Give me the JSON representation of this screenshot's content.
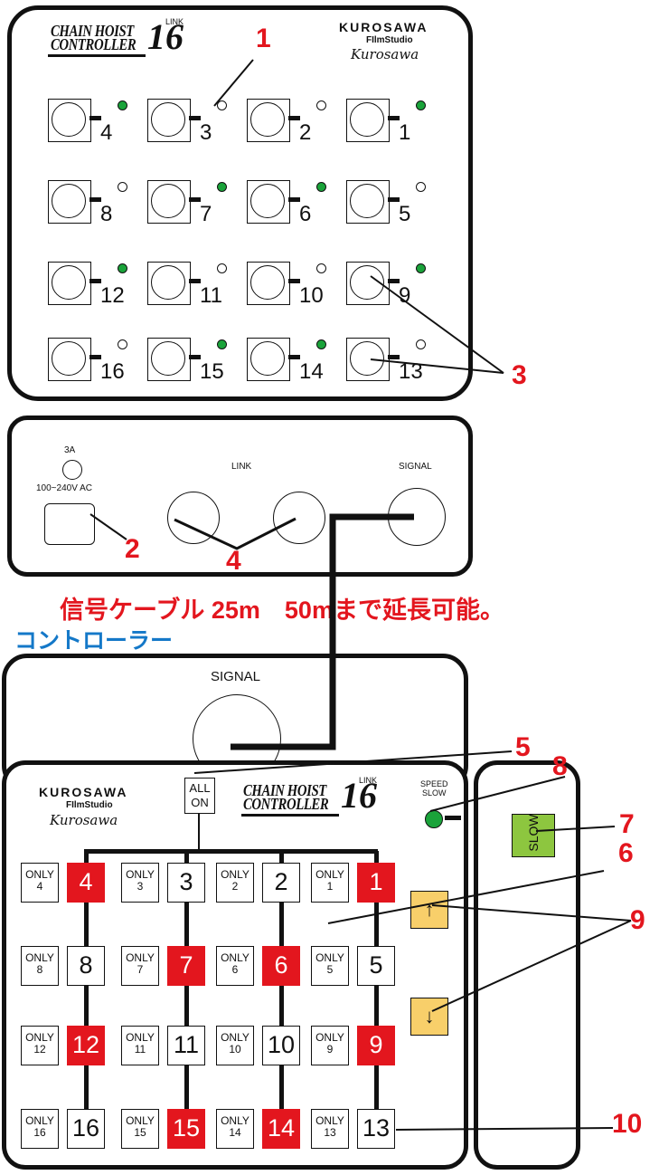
{
  "hoist_panel": {
    "logo": {
      "line1": "CHAIN HOIST",
      "line2": "CONTROLLER",
      "model": "16",
      "link": "LINK"
    },
    "brand": {
      "name": "KUROSAWA",
      "sub": "FIlmStudio",
      "signature": "Kurosawa"
    },
    "buttons": [
      {
        "num": "4",
        "led": "on"
      },
      {
        "num": "3",
        "led": "off"
      },
      {
        "num": "2",
        "led": "off"
      },
      {
        "num": "1",
        "led": "on"
      },
      {
        "num": "8",
        "led": "off"
      },
      {
        "num": "7",
        "led": "on"
      },
      {
        "num": "6",
        "led": "on"
      },
      {
        "num": "5",
        "led": "off"
      },
      {
        "num": "12",
        "led": "on"
      },
      {
        "num": "11",
        "led": "off"
      },
      {
        "num": "10",
        "led": "off"
      },
      {
        "num": "9",
        "led": "on"
      },
      {
        "num": "16",
        "led": "off"
      },
      {
        "num": "15",
        "led": "on"
      },
      {
        "num": "14",
        "led": "on"
      },
      {
        "num": "13",
        "led": "off"
      }
    ]
  },
  "rear_panel": {
    "fuse_label": "3A",
    "power_label": "100~240V AC",
    "link_label": "LINK",
    "signal_label": "SIGNAL"
  },
  "cable_text": "信号ケーブル 25m　50mまで延長可能。",
  "controller_label": "コントローラー",
  "controller_signal_panel": {
    "signal_label": "SIGNAL"
  },
  "controller": {
    "brand": {
      "name": "KUROSAWA",
      "sub": "FIlmStudio",
      "signature": "Kurosawa"
    },
    "all_on": {
      "line1": "ALL",
      "line2": "ON"
    },
    "logo": {
      "line1": "CHAIN HOIST",
      "line2": "CONTROLLER",
      "model": "16",
      "link": "LINK"
    },
    "speed_label": {
      "line1": "SPEED",
      "line2": "SLOW"
    },
    "slow_button": "SLOW",
    "up_button": "↑",
    "down_button": "↓",
    "only_word": "ONLY",
    "rows": [
      [
        {
          "only": "4",
          "ch": "4",
          "on": true
        },
        {
          "only": "3",
          "ch": "3",
          "on": false
        },
        {
          "only": "2",
          "ch": "2",
          "on": false
        },
        {
          "only": "1",
          "ch": "1",
          "on": true
        }
      ],
      [
        {
          "only": "8",
          "ch": "8",
          "on": false
        },
        {
          "only": "7",
          "ch": "7",
          "on": true
        },
        {
          "only": "6",
          "ch": "6",
          "on": true
        },
        {
          "only": "5",
          "ch": "5",
          "on": false
        }
      ],
      [
        {
          "only": "12",
          "ch": "12",
          "on": true
        },
        {
          "only": "11",
          "ch": "11",
          "on": false
        },
        {
          "only": "10",
          "ch": "10",
          "on": false
        },
        {
          "only": "9",
          "ch": "9",
          "on": true
        }
      ],
      [
        {
          "only": "16",
          "ch": "16",
          "on": false
        },
        {
          "only": "15",
          "ch": "15",
          "on": true
        },
        {
          "only": "14",
          "ch": "14",
          "on": true
        },
        {
          "only": "13",
          "ch": "13",
          "on": false
        }
      ]
    ]
  },
  "callouts": {
    "c1": "1",
    "c2": "2",
    "c3": "3",
    "c4": "4",
    "c5": "5",
    "c6": "6",
    "c7": "7",
    "c8": "8",
    "c9": "9",
    "c10": "10"
  },
  "colors": {
    "accent_red": "#e3161e",
    "led_green": "#1aa33a",
    "label_blue": "#1478c8",
    "slow_green": "#8dc63f",
    "arrow_yellow": "#f8cf6a"
  }
}
